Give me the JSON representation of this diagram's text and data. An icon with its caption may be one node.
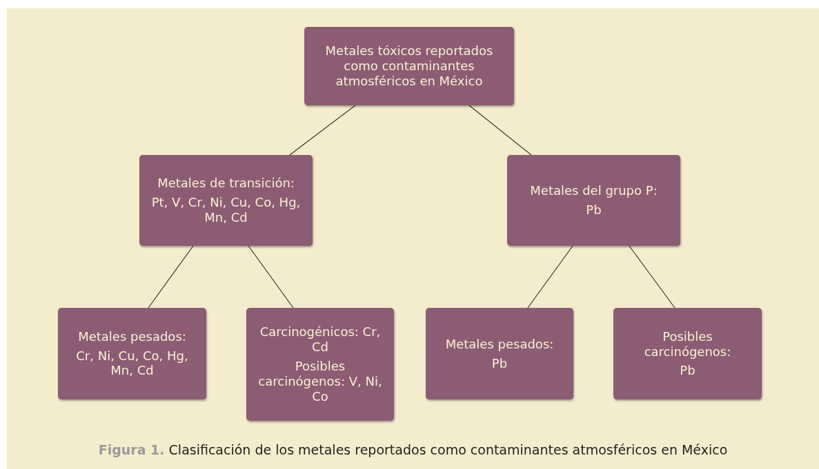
{
  "diagram": {
    "caption": "**Figura 1.** Clasificación de los metales reportados como contaminantes atmosféricos en México",
    "nodes": [
      {
        "text": [
          "Metales tóxicos reportados como contaminantes atmosféricos en México"
        ]
      },
      {
        "text": [
          "Metales de transición:",
          "Pt, V, Cr, Ni, Cu, Co, Hg, Mn, Cd"
        ]
      },
      {
        "text": [
          "Metales del grupo P:",
          "Pb"
        ]
      },
      {
        "text": [
          "Metales pesados:",
          "Cr, Ni, Cu, Co, Hg, Mn, Cd"
        ]
      },
      {
        "text": [
          "Carcinogénicos: Cr, Cd",
          "Posibles carcinógenos: V, Ni, Co"
        ]
      },
      {
        "text": [
          "Metales pesados:",
          "Pb"
        ]
      },
      {
        "text": [
          "Posibles carcinógenos:",
          "Pb"
        ]
      }
    ],
    "edges": [
      {
        "from": 0,
        "to": 1,
        "arrow": "none"
      },
      {
        "from": 0,
        "to": 2,
        "arrow": "none"
      },
      {
        "from": 1,
        "to": 3,
        "arrow": "none"
      },
      {
        "from": 1,
        "to": 4,
        "arrow": "none"
      },
      {
        "from": 2,
        "to": 5,
        "arrow": "none"
      },
      {
        "from": 2,
        "to": 6,
        "arrow": "none"
      }
    ]
  }
}
